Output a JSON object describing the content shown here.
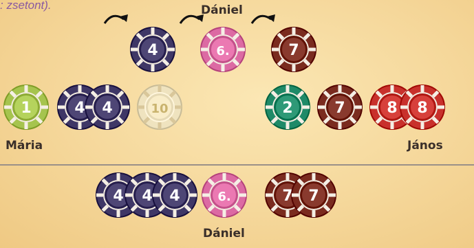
{
  "rules_fragment": ": zsetont).",
  "players": {
    "top": "Dániel",
    "left": "Mária",
    "right": "János",
    "bottom": "Dániel"
  },
  "colors": {
    "purple": "#3f3766",
    "pink": "#dc6aa3",
    "brown": "#7a2b1f",
    "lime": "#a6c44e",
    "cream": "#efe3bf",
    "green": "#1f8a68",
    "red": "#c8312c",
    "accent_text": "#8a5aa0"
  },
  "chips": {
    "top_row": [
      {
        "label": "4",
        "color": "purple"
      },
      {
        "label": "6.",
        "color": "pink"
      },
      {
        "label": "7",
        "color": "brown"
      }
    ],
    "left_row": [
      {
        "label": "1",
        "color": "lime"
      },
      {
        "label": "4",
        "color": "purple"
      },
      {
        "label": "4",
        "color": "purple"
      },
      {
        "label": "10",
        "color": "cream"
      }
    ],
    "right_row": [
      {
        "label": "2",
        "color": "green"
      },
      {
        "label": "7",
        "color": "brown"
      },
      {
        "label": "8",
        "color": "red"
      },
      {
        "label": "8",
        "color": "red"
      }
    ],
    "bottom_row": [
      {
        "label": "4",
        "color": "purple"
      },
      {
        "label": "4",
        "color": "purple"
      },
      {
        "label": "4",
        "color": "purple"
      },
      {
        "label": "6.",
        "color": "pink"
      },
      {
        "label": "7",
        "color": "brown"
      },
      {
        "label": "7",
        "color": "brown"
      }
    ]
  },
  "arrow_icon": "curved-arrow-icon"
}
